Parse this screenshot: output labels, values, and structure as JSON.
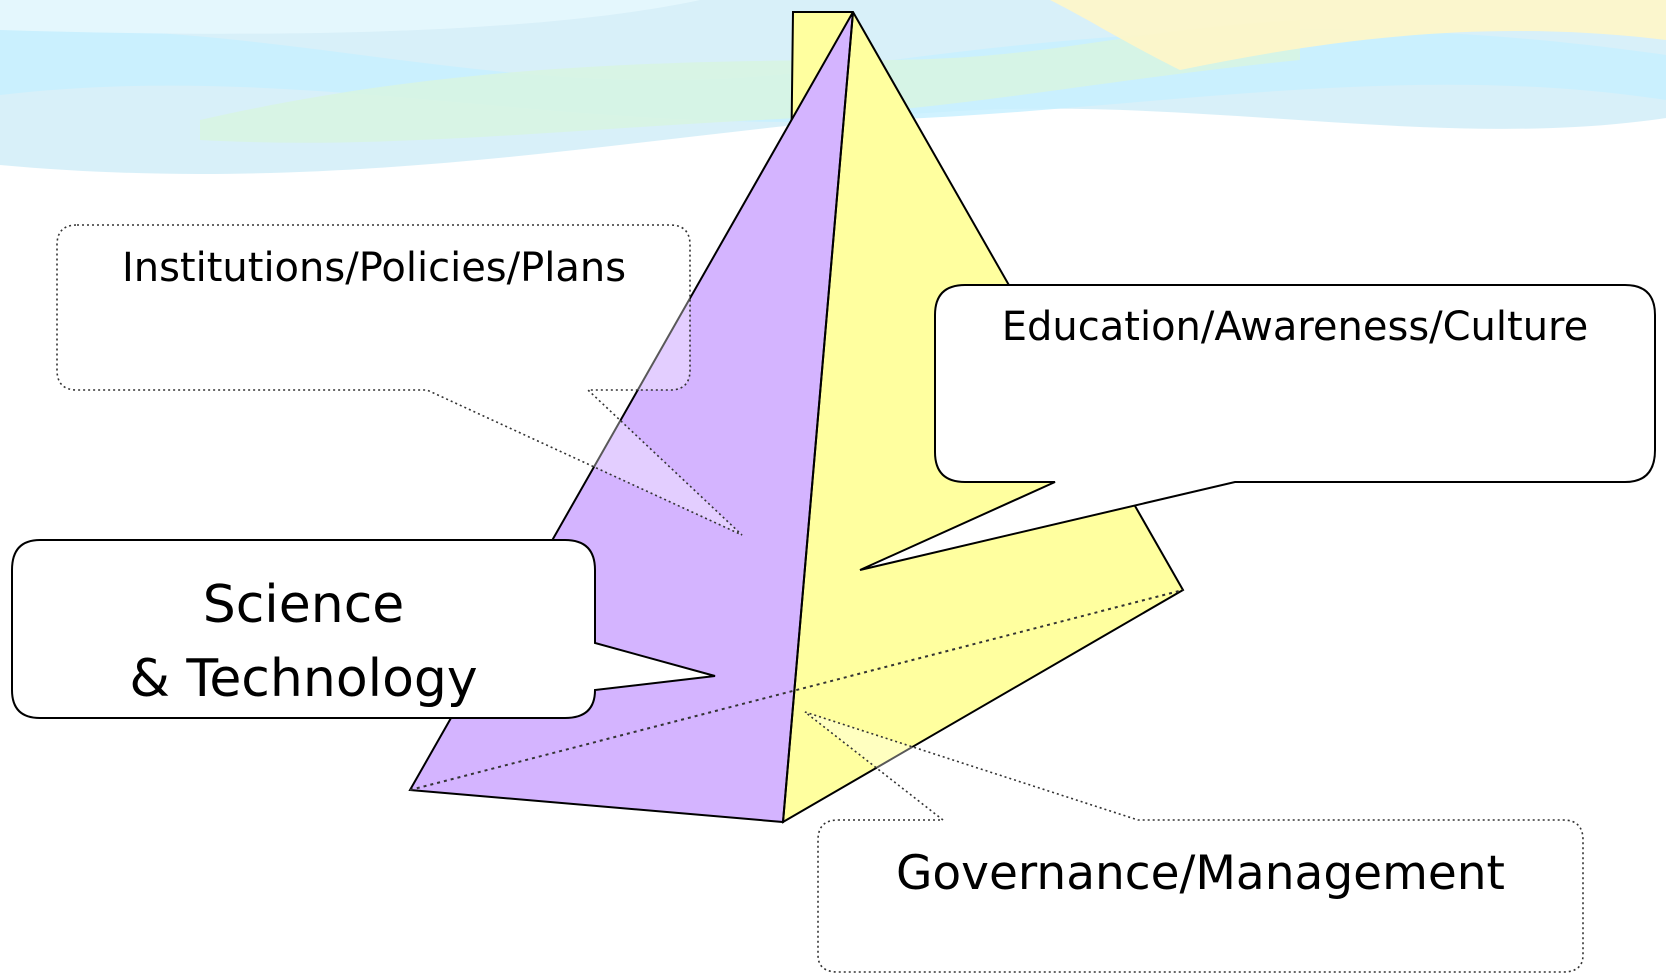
{
  "diagram": {
    "facets": {
      "institutions": "Institutions/Policies/Plans",
      "education": "Education/Awareness/Culture",
      "science_line1": "Science",
      "science_line2": "& Technology",
      "governance": "Governance/Management"
    },
    "colors": {
      "purple_face": "#d4b4ff",
      "yellow_face": "#ffff9f",
      "edge": "#000000",
      "callout_border": "#333333",
      "callout_fill": "#ffffff",
      "wave_blue": "#bfe6f4",
      "wave_cyan": "#c8f0ff",
      "wave_green": "#d8f4e2",
      "wave_yellow": "#fff6c8"
    }
  }
}
